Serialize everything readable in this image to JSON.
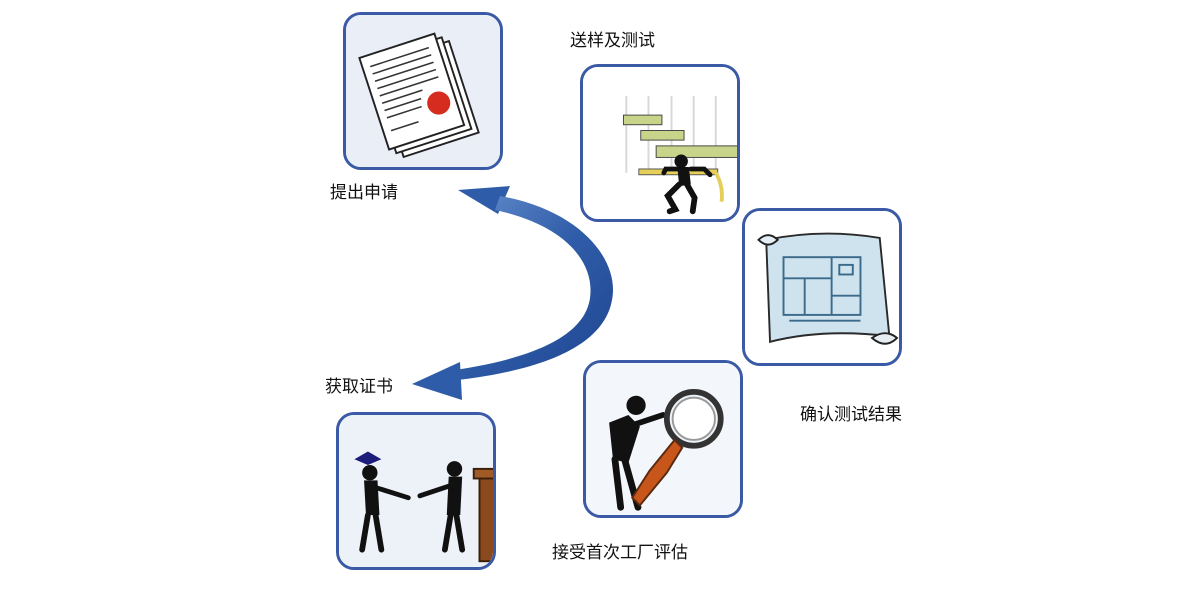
{
  "steps": [
    {
      "label": "提出申请"
    },
    {
      "label": "送样及测试"
    },
    {
      "label": "确认测试结果"
    },
    {
      "label": "接受首次工厂评估"
    },
    {
      "label": "获取证书"
    }
  ],
  "colors": {
    "frame": "#3b5aa6",
    "arrow": "#2f5ca8",
    "seal": "#d62b1f",
    "bar": "#c7d48a",
    "blueprint": "#cfe3ef"
  }
}
